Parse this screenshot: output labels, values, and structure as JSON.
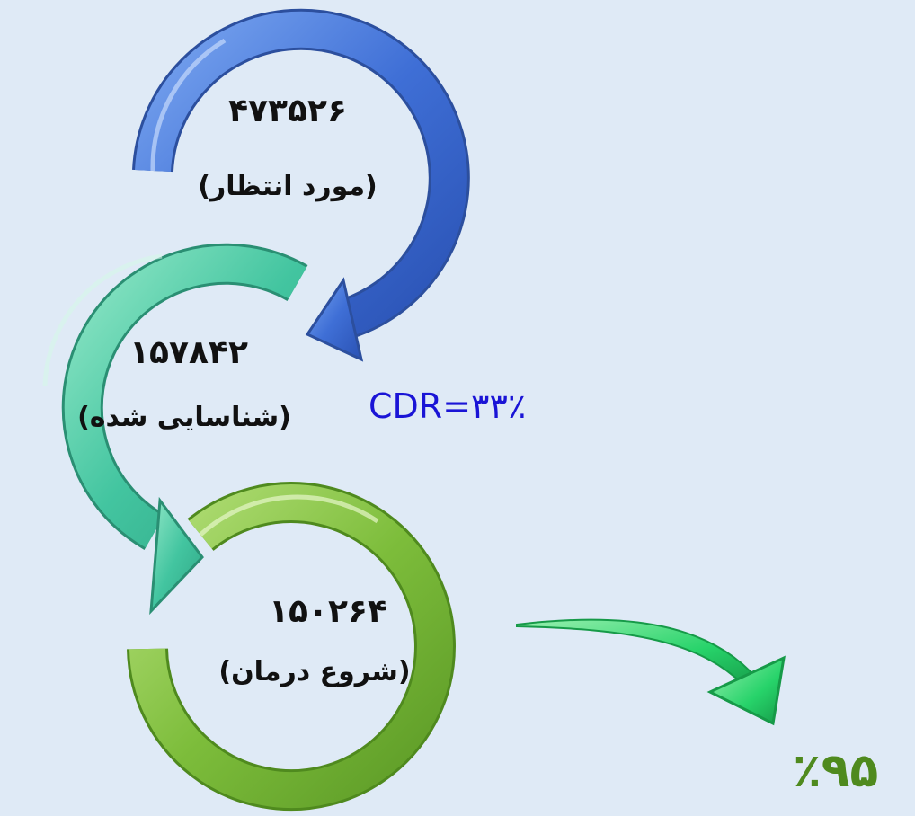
{
  "stages": [
    {
      "value": "۴۷۳۵۲۶",
      "caption": "(مورد انتظار)",
      "color": "#3f6fd6"
    },
    {
      "value": "۱۵۷۸۴۲",
      "caption": "(شناسایی شده)",
      "color": "#43c5a0"
    },
    {
      "value": "۱۵۰۲۶۴",
      "caption": "(شروع درمان)",
      "color": "#7dbd3b"
    }
  ],
  "cdr_label": "CDR=۳۳٪",
  "success_rate": "٪۹۵",
  "colors": {
    "background": "#dfeaf6",
    "cdr_text": "#1a14d6",
    "success_text": "#4f8a1e",
    "outcome_arrow": "#27d36a"
  }
}
